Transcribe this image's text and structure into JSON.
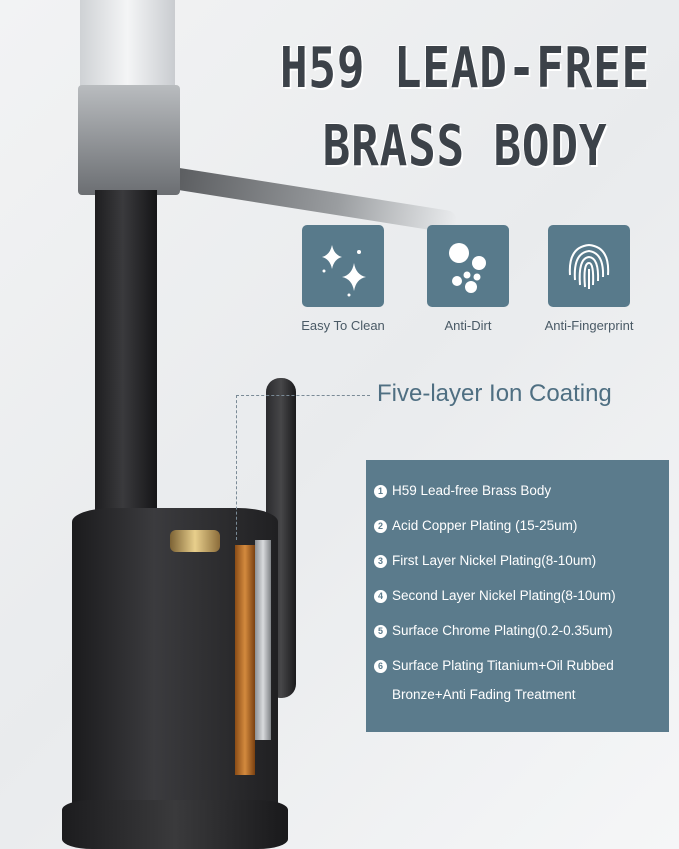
{
  "title": {
    "line1": "H59 LEAD-FREE",
    "line2": "BRASS BODY"
  },
  "features": [
    {
      "icon": "sparkle-icon",
      "label": "Easy To Clean"
    },
    {
      "icon": "bubbles-icon",
      "label": "Anti-Dirt"
    },
    {
      "icon": "fingerprint-icon",
      "label": "Anti-Fingerprint"
    }
  ],
  "coating_heading": "Five-layer Ion Coating",
  "layers": [
    {
      "n": "1",
      "text": "H59 Lead-free Brass Body"
    },
    {
      "n": "2",
      "text": "Acid Copper Plating (15-25um)"
    },
    {
      "n": "3",
      "text": "First Layer Nickel Plating(8-10um)"
    },
    {
      "n": "4",
      "text": "Second Layer Nickel Plating(8-10um)"
    },
    {
      "n": "5",
      "text": "Surface Chrome Plating(0.2-0.35um)"
    },
    {
      "n": "6",
      "text": "Surface Plating Titanium+Oil Rubbed",
      "text2": "Bronze+Anti Fading Treatment"
    }
  ],
  "colors": {
    "accent": "#5b7b8c",
    "faucet": "#2a2a2c",
    "copper": "#b86a22",
    "title": "#3c4249"
  }
}
